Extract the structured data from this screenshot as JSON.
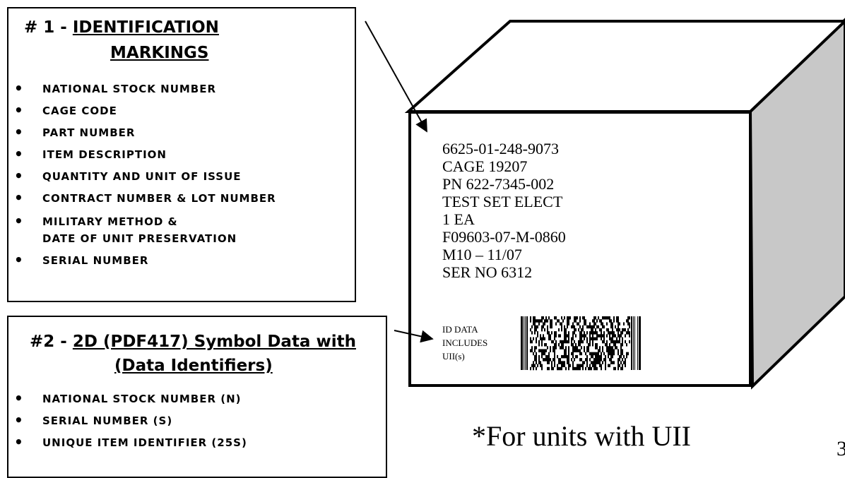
{
  "box1": {
    "title_prefix": "# 1 - ",
    "title_line1": "IDENTIFICATION",
    "title_line2": "MARKINGS",
    "items": [
      "NATIONAL STOCK NUMBER",
      "CAGE CODE",
      "PART NUMBER",
      "ITEM DESCRIPTION",
      "QUANTITY AND UNIT OF ISSUE",
      "CONTRACT NUMBER & LOT NUMBER",
      "MILITARY METHOD &\nDATE OF UNIT PRESERVATION",
      "SERIAL NUMBER"
    ]
  },
  "box2": {
    "title_prefix": "#2 - ",
    "title_line1": "2D (PDF417) Symbol Data with",
    "title_line2": "(Data Identifiers)",
    "items": [
      "NATIONAL STOCK NUMBER (N)",
      "SERIAL NUMBER (S)",
      "UNIQUE ITEM IDENTIFIER (25S)"
    ]
  },
  "package_label": {
    "lines": [
      "6625-01-248-9073",
      "CAGE 19207",
      "PN 622-7345-002",
      "TEST SET ELECT",
      "1 EA",
      "F09603-07-M-0860",
      "M10 – 11/07",
      "SER NO 6312"
    ],
    "id_data_lines": [
      "ID DATA",
      "INCLUDES",
      "UII(s)"
    ],
    "barcode_type": "PDF417"
  },
  "note": "*For units with UII",
  "page_number": "3",
  "colors": {
    "box_side": "#c8c8c8",
    "outline": "#000000",
    "background": "#ffffff"
  }
}
